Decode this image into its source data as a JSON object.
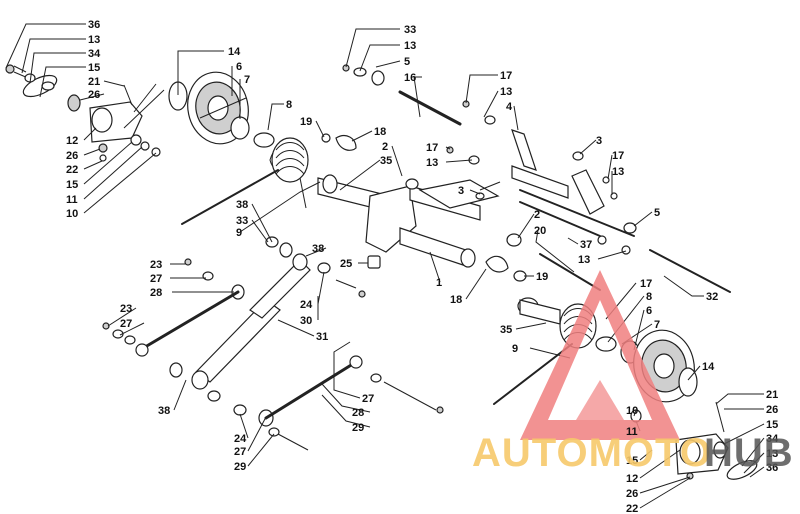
{
  "callouts": [
    {
      "id": "c-36a",
      "text": "36"
    },
    {
      "id": "c-13a",
      "text": "13"
    },
    {
      "id": "c-34a",
      "text": "34"
    },
    {
      "id": "c-15a",
      "text": "15"
    },
    {
      "id": "c-21a",
      "text": "21"
    },
    {
      "id": "c-26a",
      "text": "26"
    },
    {
      "id": "c-12a",
      "text": "12"
    },
    {
      "id": "c-26b",
      "text": "26"
    },
    {
      "id": "c-22a",
      "text": "22"
    },
    {
      "id": "c-15b",
      "text": "15"
    },
    {
      "id": "c-11a",
      "text": "11"
    },
    {
      "id": "c-10a",
      "text": "10"
    },
    {
      "id": "c-14a",
      "text": "14"
    },
    {
      "id": "c-6a",
      "text": "6"
    },
    {
      "id": "c-7a",
      "text": "7"
    },
    {
      "id": "c-8a",
      "text": "8"
    },
    {
      "id": "c-19a",
      "text": "19"
    },
    {
      "id": "c-18a",
      "text": "18"
    },
    {
      "id": "c-2a",
      "text": "2"
    },
    {
      "id": "c-35a",
      "text": "35"
    },
    {
      "id": "c-33a",
      "text": "33"
    },
    {
      "id": "c-13b",
      "text": "13"
    },
    {
      "id": "c-5a",
      "text": "5"
    },
    {
      "id": "c-16a",
      "text": "16"
    },
    {
      "id": "c-17a",
      "text": "17"
    },
    {
      "id": "c-13c",
      "text": "13"
    },
    {
      "id": "c-4a",
      "text": "4"
    },
    {
      "id": "c-3a",
      "text": "3"
    },
    {
      "id": "c-17b",
      "text": "17"
    },
    {
      "id": "c-13d",
      "text": "13"
    },
    {
      "id": "c-17c",
      "text": "17"
    },
    {
      "id": "c-13e",
      "text": "13"
    },
    {
      "id": "c-3b",
      "text": "3"
    },
    {
      "id": "c-5b",
      "text": "5"
    },
    {
      "id": "c-2b",
      "text": "2"
    },
    {
      "id": "c-20a",
      "text": "20"
    },
    {
      "id": "c-37a",
      "text": "37"
    },
    {
      "id": "c-13f",
      "text": "13"
    },
    {
      "id": "c-38a",
      "text": "38"
    },
    {
      "id": "c-33b",
      "text": "33"
    },
    {
      "id": "c-9a",
      "text": "9"
    },
    {
      "id": "c-38b",
      "text": "38"
    },
    {
      "id": "c-25a",
      "text": "25"
    },
    {
      "id": "c-1a",
      "text": "1"
    },
    {
      "id": "c-18b",
      "text": "18"
    },
    {
      "id": "c-19b",
      "text": "19"
    },
    {
      "id": "c-23a",
      "text": "23"
    },
    {
      "id": "c-27a",
      "text": "27"
    },
    {
      "id": "c-28a",
      "text": "28"
    },
    {
      "id": "c-23b",
      "text": "23"
    },
    {
      "id": "c-27b",
      "text": "27"
    },
    {
      "id": "c-24a",
      "text": "24"
    },
    {
      "id": "c-30a",
      "text": "30"
    },
    {
      "id": "c-31a",
      "text": "31"
    },
    {
      "id": "c-17d",
      "text": "17"
    },
    {
      "id": "c-8b",
      "text": "8"
    },
    {
      "id": "c-6b",
      "text": "6"
    },
    {
      "id": "c-7b",
      "text": "7"
    },
    {
      "id": "c-35b",
      "text": "35"
    },
    {
      "id": "c-9b",
      "text": "9"
    },
    {
      "id": "c-32a",
      "text": "32"
    },
    {
      "id": "c-14b",
      "text": "14"
    },
    {
      "id": "c-38c",
      "text": "38"
    },
    {
      "id": "c-27c",
      "text": "27"
    },
    {
      "id": "c-28b",
      "text": "28"
    },
    {
      "id": "c-29a",
      "text": "29"
    },
    {
      "id": "c-24b",
      "text": "24"
    },
    {
      "id": "c-27d",
      "text": "27"
    },
    {
      "id": "c-29b",
      "text": "29"
    },
    {
      "id": "c-21b",
      "text": "21"
    },
    {
      "id": "c-26c",
      "text": "26"
    },
    {
      "id": "c-15c",
      "text": "15"
    },
    {
      "id": "c-34b",
      "text": "34"
    },
    {
      "id": "c-13g",
      "text": "13"
    },
    {
      "id": "c-36b",
      "text": "36"
    },
    {
      "id": "c-10b",
      "text": "10"
    },
    {
      "id": "c-11b",
      "text": "11"
    },
    {
      "id": "c-15d",
      "text": "15"
    },
    {
      "id": "c-12b",
      "text": "12"
    },
    {
      "id": "c-26d",
      "text": "26"
    },
    {
      "id": "c-22b",
      "text": "22"
    }
  ],
  "watermark": {
    "text_a": "AUTOMOTO",
    "text_b": "HUB",
    "colors": {
      "primary": "#f08080",
      "accent": "#f6c96a",
      "dark": "#555555"
    }
  }
}
